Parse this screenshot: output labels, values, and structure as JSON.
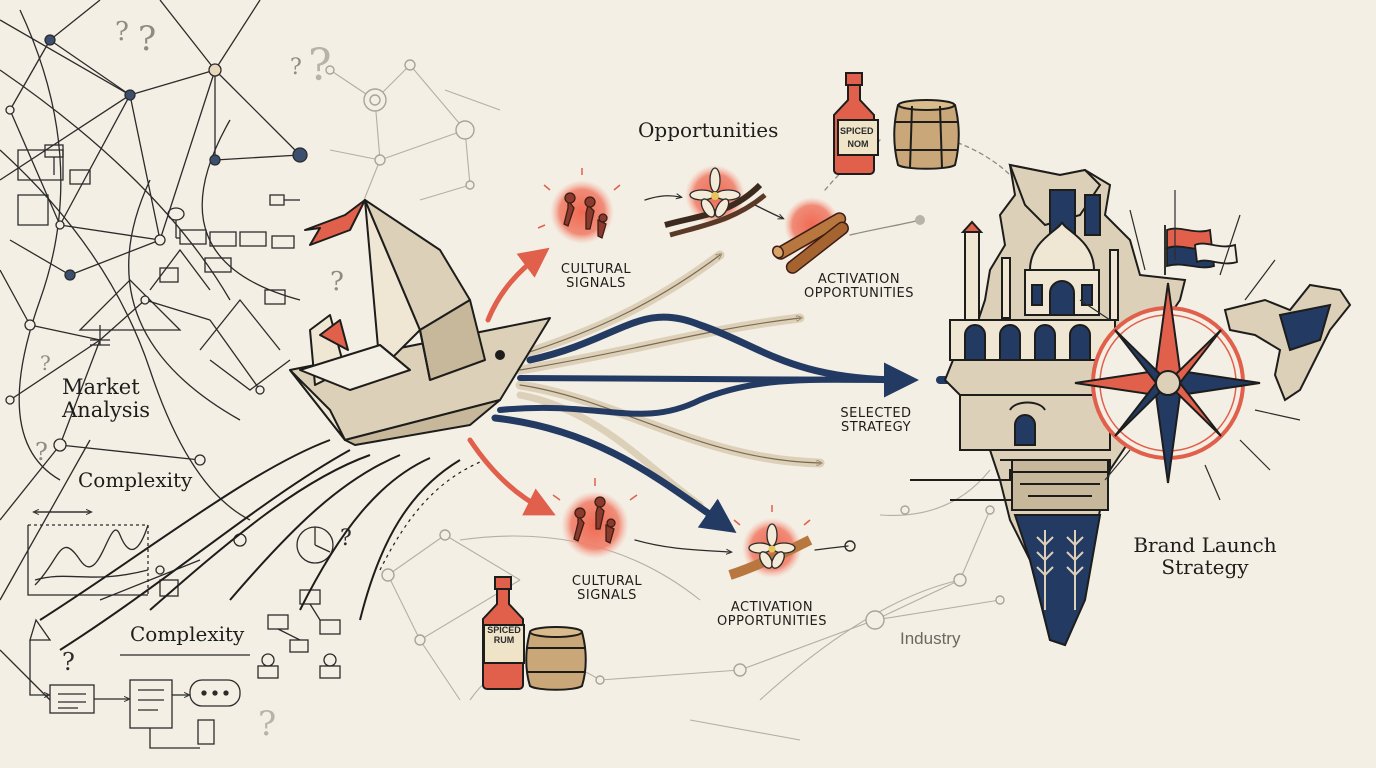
{
  "diagram": {
    "left": {
      "market_analysis": "Market\nAnalysis",
      "complexity_1": "Complexity",
      "complexity_2": "Complexity"
    },
    "middle": {
      "opportunities": "Opportunities",
      "cultural_signals_top": "CULTURAL\nSIGNALS",
      "cultural_signals_bottom": "CULTURAL\nSIGNALS",
      "activation_top": "ACTIVATION\nOPPORTUNITIES",
      "activation_bottom": "ACTIVATION\nOPPORTUNITIES",
      "selected_strategy": "SELECTED\nSTRATEGY",
      "industry": "Industry"
    },
    "bottles": {
      "top_label": "SPICED\nNOM",
      "bottom_label": "SPICED\nRUM"
    },
    "right": {
      "brand_launch": "Brand Launch\nStrategy"
    }
  },
  "colors": {
    "background": "#f4efe4",
    "ink": "#1d1d1b",
    "navy": "#233a63",
    "coral": "#e0604c",
    "sand": "#ddd0b8"
  },
  "icons": [
    "question-mark-icon",
    "paper-boat-icon",
    "clove-icon",
    "vanilla-icon",
    "cinnamon-icon",
    "bottle-icon",
    "barrel-icon",
    "compass-icon",
    "flag-icon",
    "india-map-icon"
  ]
}
